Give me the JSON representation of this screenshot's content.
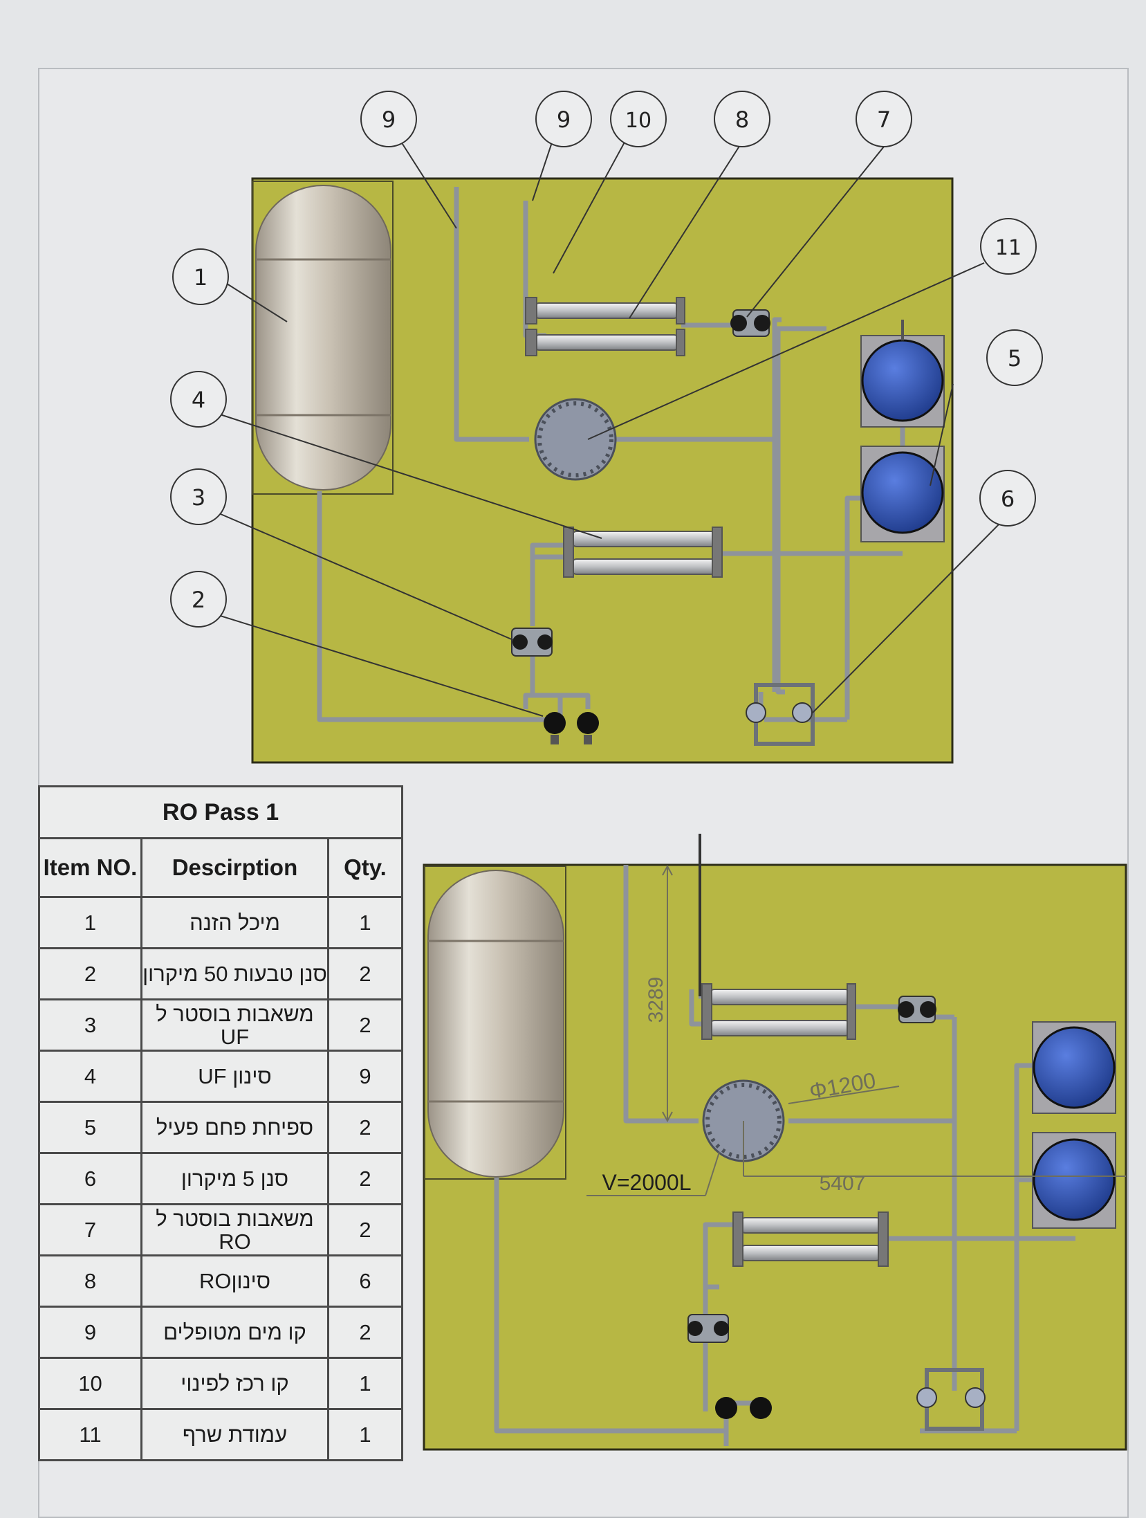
{
  "table": {
    "title": "RO Pass 1",
    "headers": {
      "item": "Item NO.",
      "description": "Descirption",
      "qty": "Qty."
    },
    "rows": [
      {
        "item": "1",
        "description": "מיכל הזנה",
        "qty": "1"
      },
      {
        "item": "2",
        "description": "סנן טבעות 50 מיקרון",
        "qty": "2"
      },
      {
        "item": "3",
        "description": "משאבות בוסטר ל UF",
        "qty": "2"
      },
      {
        "item": "4",
        "description": "סינון UF",
        "qty": "9"
      },
      {
        "item": "5",
        "description": "ספיחת פחם פעיל",
        "qty": "2"
      },
      {
        "item": "6",
        "description": "סנן 5 מיקרון",
        "qty": "2"
      },
      {
        "item": "7",
        "description": "משאבות בוסטר ל RO",
        "qty": "2"
      },
      {
        "item": "8",
        "description": "סינוןRO",
        "qty": "6"
      },
      {
        "item": "9",
        "description": "קו מים מטופלים",
        "qty": "2"
      },
      {
        "item": "10",
        "description": "קו רכז לפינוי",
        "qty": "1"
      },
      {
        "item": "11",
        "description": "עמודת שרף",
        "qty": "1"
      }
    ]
  },
  "balloons": [
    "1",
    "2",
    "3",
    "4",
    "5",
    "6",
    "7",
    "8",
    "9",
    "9",
    "10",
    "11"
  ],
  "dimensions": {
    "height": "3289",
    "diameter": "Φ1200",
    "volume": "V=2000L",
    "length": "5407"
  },
  "colors": {
    "base": "#b7b744",
    "tank": "#bdb5a6",
    "carbon": "#2f4fa6",
    "resin": "#8f96a6",
    "pipe": "#9aa0a8"
  }
}
